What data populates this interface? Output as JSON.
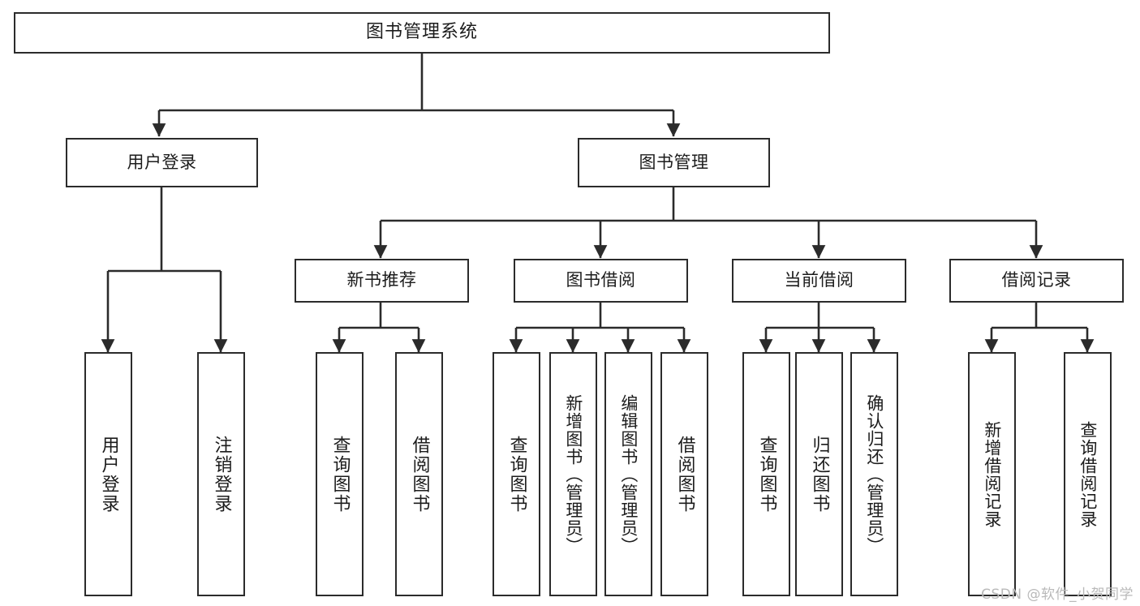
{
  "diagram": {
    "title": "图书管理系统",
    "type": "tree-hierarchy-diagram",
    "watermark": "CSDN @软件_小贺同学",
    "colors": {
      "box_border": "#2b2b2b",
      "box_fill": "#ffffff",
      "edge": "#2b2b2b",
      "text": "#1c1c1c",
      "watermark": "#b9b9b9",
      "background": "#ffffff"
    }
  },
  "nodes": {
    "root": {
      "label": "图书管理系统"
    },
    "level2": [
      {
        "id": "user-login",
        "label": "用户登录"
      },
      {
        "id": "book-management",
        "label": "图书管理"
      }
    ],
    "level3": [
      {
        "id": "new-book-recommend",
        "label": "新书推荐"
      },
      {
        "id": "book-borrow",
        "label": "图书借阅"
      },
      {
        "id": "current-borrow",
        "label": "当前借阅"
      },
      {
        "id": "borrow-record",
        "label": "借阅记录"
      }
    ],
    "leaves": {
      "user-login": [
        {
          "id": "leaf-user-login",
          "label": "用户登录"
        },
        {
          "id": "leaf-logout",
          "label": "注销登录"
        }
      ],
      "new-book-recommend": [
        {
          "id": "leaf-query-book-1",
          "label": "查询图书"
        },
        {
          "id": "leaf-borrow-book-1",
          "label": "借阅图书"
        }
      ],
      "book-borrow": [
        {
          "id": "leaf-query-book-2",
          "label": "查询图书"
        },
        {
          "id": "leaf-add-book",
          "label": "新增图书（管理员）"
        },
        {
          "id": "leaf-edit-book",
          "label": "编辑图书（管理员）"
        },
        {
          "id": "leaf-borrow-book-2",
          "label": "借阅图书"
        }
      ],
      "current-borrow": [
        {
          "id": "leaf-query-book-3",
          "label": "查询图书"
        },
        {
          "id": "leaf-return-book",
          "label": "归还图书"
        },
        {
          "id": "leaf-confirm-return",
          "label": "确认归还（管理员）"
        }
      ],
      "borrow-record": [
        {
          "id": "leaf-add-record",
          "label": "新增借阅记录"
        },
        {
          "id": "leaf-query-record",
          "label": "查询借阅记录"
        }
      ]
    }
  }
}
